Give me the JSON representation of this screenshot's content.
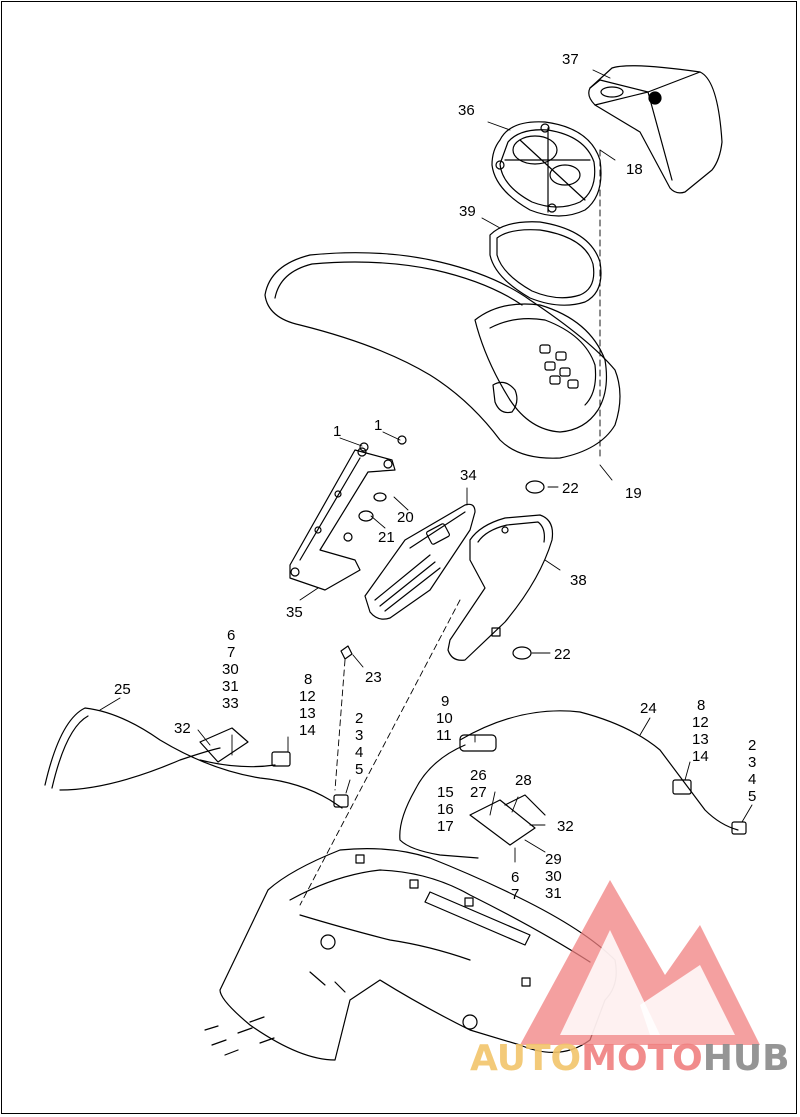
{
  "diagram": {
    "callouts": {
      "c1a": "1",
      "c1b": "1",
      "c2a": "2",
      "c3a": "3",
      "c4a": "4",
      "c5a": "5",
      "c2b": "2",
      "c3b": "3",
      "c4b": "4",
      "c5b": "5",
      "c6a": "6",
      "c7a": "7",
      "c30a": "30",
      "c31a": "31",
      "c33": "33",
      "c6b": "6",
      "c7b": "7",
      "c8a": "8",
      "c12a": "12",
      "c13a": "13",
      "c14a": "14",
      "c8b": "8",
      "c12b": "12",
      "c13b": "13",
      "c14b": "14",
      "c9": "9",
      "c10": "10",
      "c11": "11",
      "c15": "15",
      "c16": "16",
      "c17": "17",
      "c18": "18",
      "c19": "19",
      "c20": "20",
      "c21": "21",
      "c22a": "22",
      "c22b": "22",
      "c23": "23",
      "c24": "24",
      "c25": "25",
      "c26": "26",
      "c27": "27",
      "c28": "28",
      "c29": "29",
      "c30b": "30",
      "c31b": "31",
      "c32a": "32",
      "c32b": "32",
      "c34": "34",
      "c35": "35",
      "c36": "36",
      "c37": "37",
      "c38": "38",
      "c39": "39"
    }
  },
  "watermark": {
    "part1": "AUTO",
    "part2": "MOTO",
    "part3": "HUB",
    "color_accent": "#f08080",
    "color_gold": "#f2c46a",
    "color_dark": "#8a8a8a"
  }
}
